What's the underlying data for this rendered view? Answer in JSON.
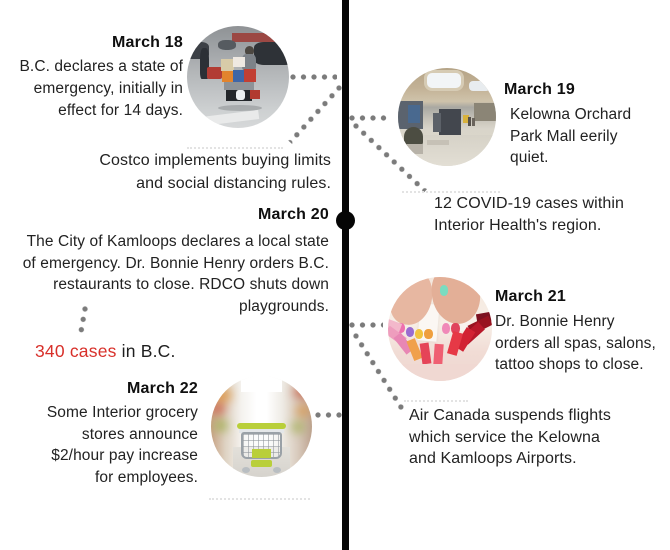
{
  "colors": {
    "background": "#ffffff",
    "timeline": "#050505",
    "connector_dots": "#7b7b7b",
    "faint_dots": "#e3e3e3",
    "heading_text": "#0f0f0f",
    "body_text": "#222222",
    "cases_red": "#d8302a"
  },
  "events": {
    "march18": {
      "date": "March 18",
      "description": "B.C. declares a state of\nemergency, initially in\neffect for 14 days.",
      "photo": "costco-shopper-stacked-carts-photo"
    },
    "march19": {
      "date": "March 19",
      "description": "Kelowna Orchard\nPark Mall eerily\nquiet.",
      "photo": "empty-mall-interior-photo"
    },
    "march20": {
      "date": "March 20",
      "description": "The City of Kamloops declares a local state\nof emergency. Dr. Bonnie Henry orders B.C.\nrestaurants to close. RDCO shuts down\nplaygrounds."
    },
    "march21": {
      "date": "March 21",
      "description": "Dr. Bonnie Henry\norders all spas, salons,\ntattoo shops to close.",
      "photo": "manicured-nails-polish-samples-photo"
    },
    "march22": {
      "date": "March 22",
      "description": "Some Interior grocery\nstores announce\n$2/hour pay increase\nfor employees.",
      "photo": "grocery-aisle-shopping-cart-photo"
    }
  },
  "captions": {
    "costco": "Costco implements buying limits\nand social distancing rules.",
    "cases_red": "340 cases",
    "cases_rest": " in B.C.",
    "interior_health": "12 COVID-19 cases within\nInterior Health's region.",
    "air_canada": "Air Canada suspends flights\nwhich service the Kelowna\nand Kamloops Airports."
  }
}
